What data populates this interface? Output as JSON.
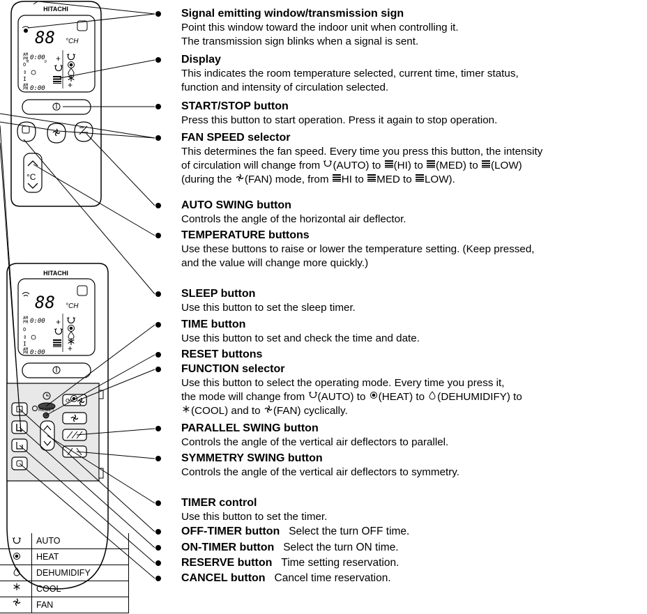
{
  "brand": "HITACHI",
  "display": {
    "digits": "88",
    "unit": "°CH",
    "am": "AM",
    "pm": "PM",
    "m": "M",
    "d": "D",
    "time": "0:00"
  },
  "remote": {
    "reset_label": "RESET",
    "temp_unit": "°C"
  },
  "items": [
    {
      "title": "Signal emitting window/transmission sign",
      "lines": [
        "Point this window toward the indoor unit when controlling it.",
        "The transmission sign blinks when a signal is sent."
      ]
    },
    {
      "title": "Display",
      "lines": [
        "This indicates the room temperature selected, current time, timer status,",
        "function and intensity of circulation selected."
      ]
    },
    {
      "title": "START/STOP button",
      "lines": [
        "Press this button to start operation. Press it again to stop operation."
      ]
    },
    {
      "title": "FAN SPEED selector",
      "lines": [
        "This determines the fan speed. Every time you press this button, the intensity",
        "of circulation will change from",
        "(AUTO) to",
        "(HI) to",
        "(MED) to",
        "(LOW)",
        "(during the",
        "(FAN) mode, from",
        "HI to",
        "MED to",
        "LOW)."
      ]
    },
    {
      "title": "AUTO SWING button",
      "lines": [
        "Controls the angle of the horizontal air deflector."
      ]
    },
    {
      "title": "TEMPERATURE buttons",
      "lines": [
        "Use these buttons to raise or lower the temperature setting. (Keep pressed,",
        "and the value will change more quickly.)"
      ]
    },
    {
      "title": "SLEEP button",
      "lines": [
        "Use this button to set the sleep timer."
      ]
    },
    {
      "title": "TIME button",
      "lines": [
        "Use this button to set and check the time and date."
      ]
    },
    {
      "title": "RESET buttons",
      "lines": []
    },
    {
      "title": "FUNCTION selector",
      "lines": [
        "Use this button to select the operating mode. Every time you press it,",
        "the mode will change from",
        "(AUTO) to",
        "(HEAT) to",
        "(DEHUMIDIFY) to",
        "(COOL) and to",
        "(FAN) cyclically."
      ]
    },
    {
      "title": "PARALLEL SWING button",
      "lines": [
        "Controls the angle of the vertical air deflectors to parallel."
      ]
    },
    {
      "title": "SYMMETRY SWING button",
      "lines": [
        "Controls the angle of the vertical air deflectors to symmetry."
      ]
    },
    {
      "title": "TIMER control",
      "lines": [
        "Use this button to set the timer."
      ]
    },
    {
      "title": "OFF-TIMER button",
      "inline": "Select the turn OFF time."
    },
    {
      "title": "ON-TIMER button",
      "inline": "Select the turn ON time."
    },
    {
      "title": "RESERVE button",
      "inline": "Time setting reservation."
    },
    {
      "title": "CANCEL button",
      "inline": "Cancel time reservation."
    }
  ],
  "mode_table": [
    "AUTO",
    "HEAT",
    "DEHUMIDIFY",
    "COOL",
    "FAN"
  ]
}
